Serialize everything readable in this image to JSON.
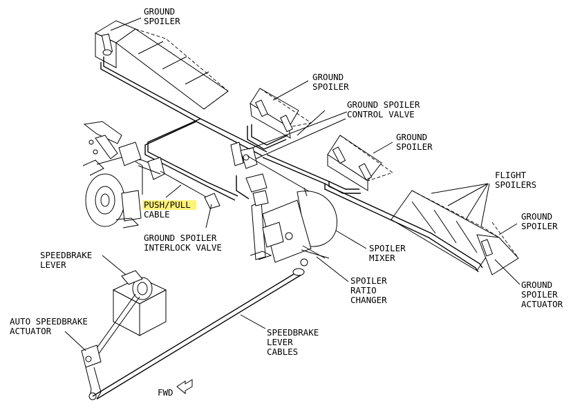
{
  "labels": {
    "ground_spoiler_top": [
      "GROUND",
      "SPOILER"
    ],
    "ground_spoiler_center": [
      "GROUND",
      "SPOILER"
    ],
    "ground_spoiler_control_valve": [
      "GROUND SPOILER",
      "CONTROL VALVE"
    ],
    "ground_spoiler_right_inner": [
      "GROUND",
      "SPOILER"
    ],
    "flight_spoilers": [
      "FLIGHT",
      "SPOILERS"
    ],
    "ground_spoiler_right_outer": [
      "GROUND",
      "SPOILER"
    ],
    "push_pull_cable": [
      "PUSH/PULL",
      "CABLE"
    ],
    "ground_spoiler_interlock_valve": [
      "GROUND SPOILER",
      "INTERLOCK VALVE"
    ],
    "spoiler_mixer": [
      "SPOILER",
      "MIXER"
    ],
    "speedbrake_lever": [
      "SPEEDBRAKE",
      "LEVER"
    ],
    "spoiler_ratio_changer": [
      "SPOILER",
      "RATIO",
      "CHANGER"
    ],
    "ground_spoiler_actuator": [
      "GROUND",
      "SPOILER",
      "ACTUATOR"
    ],
    "auto_speedbrake_actuator": [
      "AUTO SPEEDBRAKE",
      "ACTUATOR"
    ],
    "speedbrake_lever_cables": [
      "SPEEDBRAKE",
      "LEVER",
      "CABLES"
    ],
    "fwd": "FWD"
  },
  "highlight_color": "#fff27a",
  "line_color": "#000000"
}
